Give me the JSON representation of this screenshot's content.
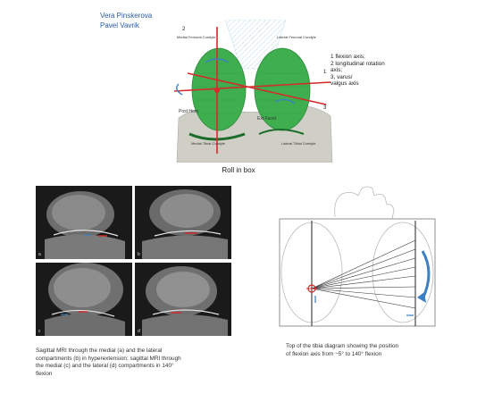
{
  "authors": [
    "Vera Pinskerova",
    "Pavel Vavrik"
  ],
  "knee_figure": {
    "labels": {
      "medial_femoral_condyle": "Medial Femoral Condyle",
      "lateral_femoral_condyle": "Lateral Femoral Condyle",
      "post_horn": "Post Horn",
      "ext_facet": "Ext Facet",
      "medial_tibial_condyle": "Medial Tibial Condyle",
      "lateral_tibial_condyle": "Lateral Tibial Condyle"
    },
    "axis_numbers": [
      "2",
      "1",
      "3"
    ],
    "axis_legend": [
      "1 flexion axis;",
      "2 longitudinal rotation",
      "axis;",
      "3, varus/",
      "valgus axis"
    ]
  },
  "section_title": "Roll in box",
  "mri": {
    "panel_tags": [
      "a",
      "b",
      "c",
      "d"
    ],
    "caption_lines": [
      "Sagittal MRI through the medial (a) and the lateral",
      "compartments (b) in hyperextension; sagittal MRI through",
      "the medial (c) and the lateral (d) compartments in 140°",
      "flexion"
    ]
  },
  "tibia": {
    "caption_lines": [
      "Top of the tibia diagram showing the position",
      "of flexion axis from −5° to 140° flexion"
    ]
  },
  "colors": {
    "author_text": "#2a5aa8",
    "condyle_green": "#3fae4f",
    "axis_red": "#d42a2a",
    "arrow_blue": "#3b7fc4",
    "tibia_gray": "#cfcfc6"
  }
}
